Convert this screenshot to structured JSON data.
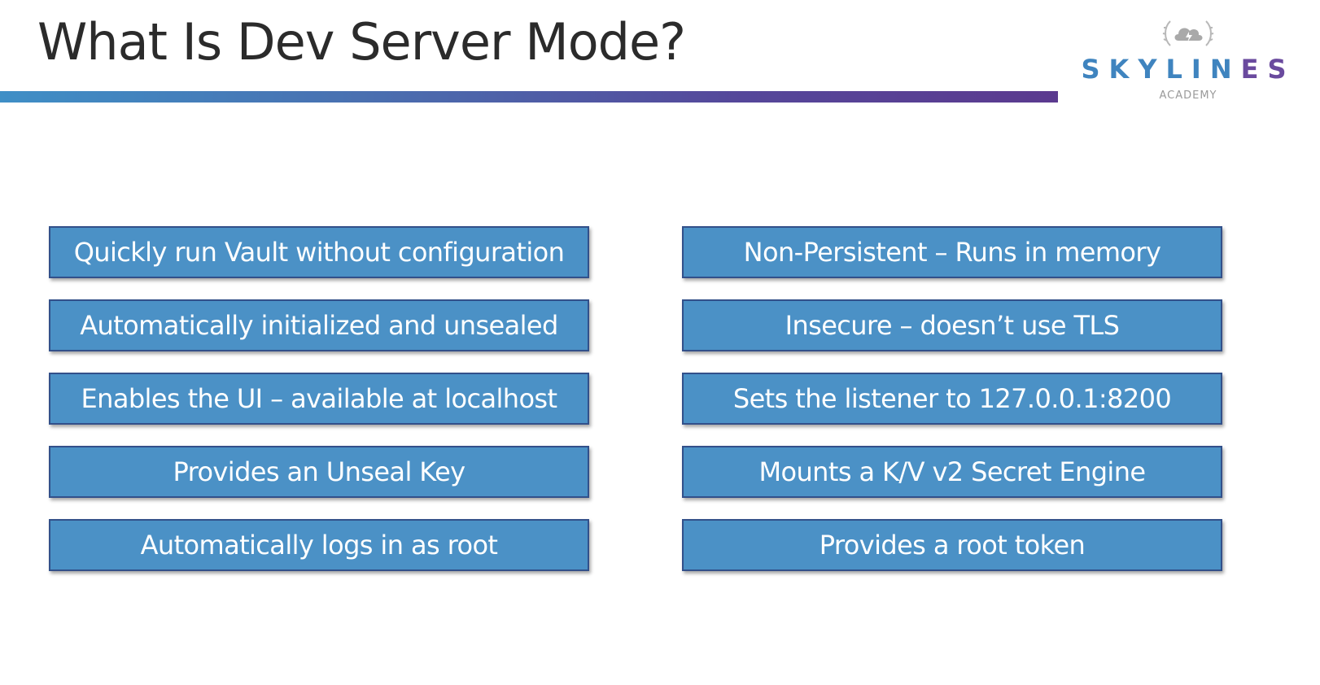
{
  "slide": {
    "title": "What Is Dev Server Mode?"
  },
  "logo": {
    "brand_main": "SKYLIN",
    "brand_tail": "ES",
    "subtitle": "ACADEMY",
    "emblem_icon": "cloud-laurel-icon"
  },
  "colors": {
    "card_fill": "#4b91c6",
    "card_border": "#32508a",
    "rule_start": "#3f8fc6",
    "rule_end": "#5b3a8f",
    "brand_blue": "#3f84bf",
    "brand_purple": "#6a4a9e"
  },
  "left_items": [
    "Quickly run Vault without configuration",
    "Automatically initialized and unsealed",
    "Enables the UI – available at localhost",
    "Provides an Unseal Key",
    "Automatically logs in as root"
  ],
  "right_items": [
    "Non-Persistent – Runs in memory",
    "Insecure – doesn’t use TLS",
    "Sets the listener to 127.0.0.1:8200",
    "Mounts a K/V v2 Secret Engine",
    "Provides a root token"
  ]
}
